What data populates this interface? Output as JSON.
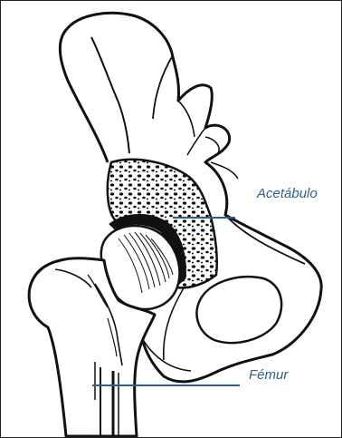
{
  "diagram": {
    "labels": {
      "acetabulo": "Acetábulo",
      "femur": "Fémur"
    },
    "colors": {
      "leader_line": "#2b5f8f",
      "label_text": "#2b5f8f",
      "bone_outline": "#111111",
      "bone_fill": "#ffffff"
    },
    "icons": [
      "hip-bone-illustration",
      "femur-illustration",
      "acetabulum-spongy-bone"
    ]
  }
}
